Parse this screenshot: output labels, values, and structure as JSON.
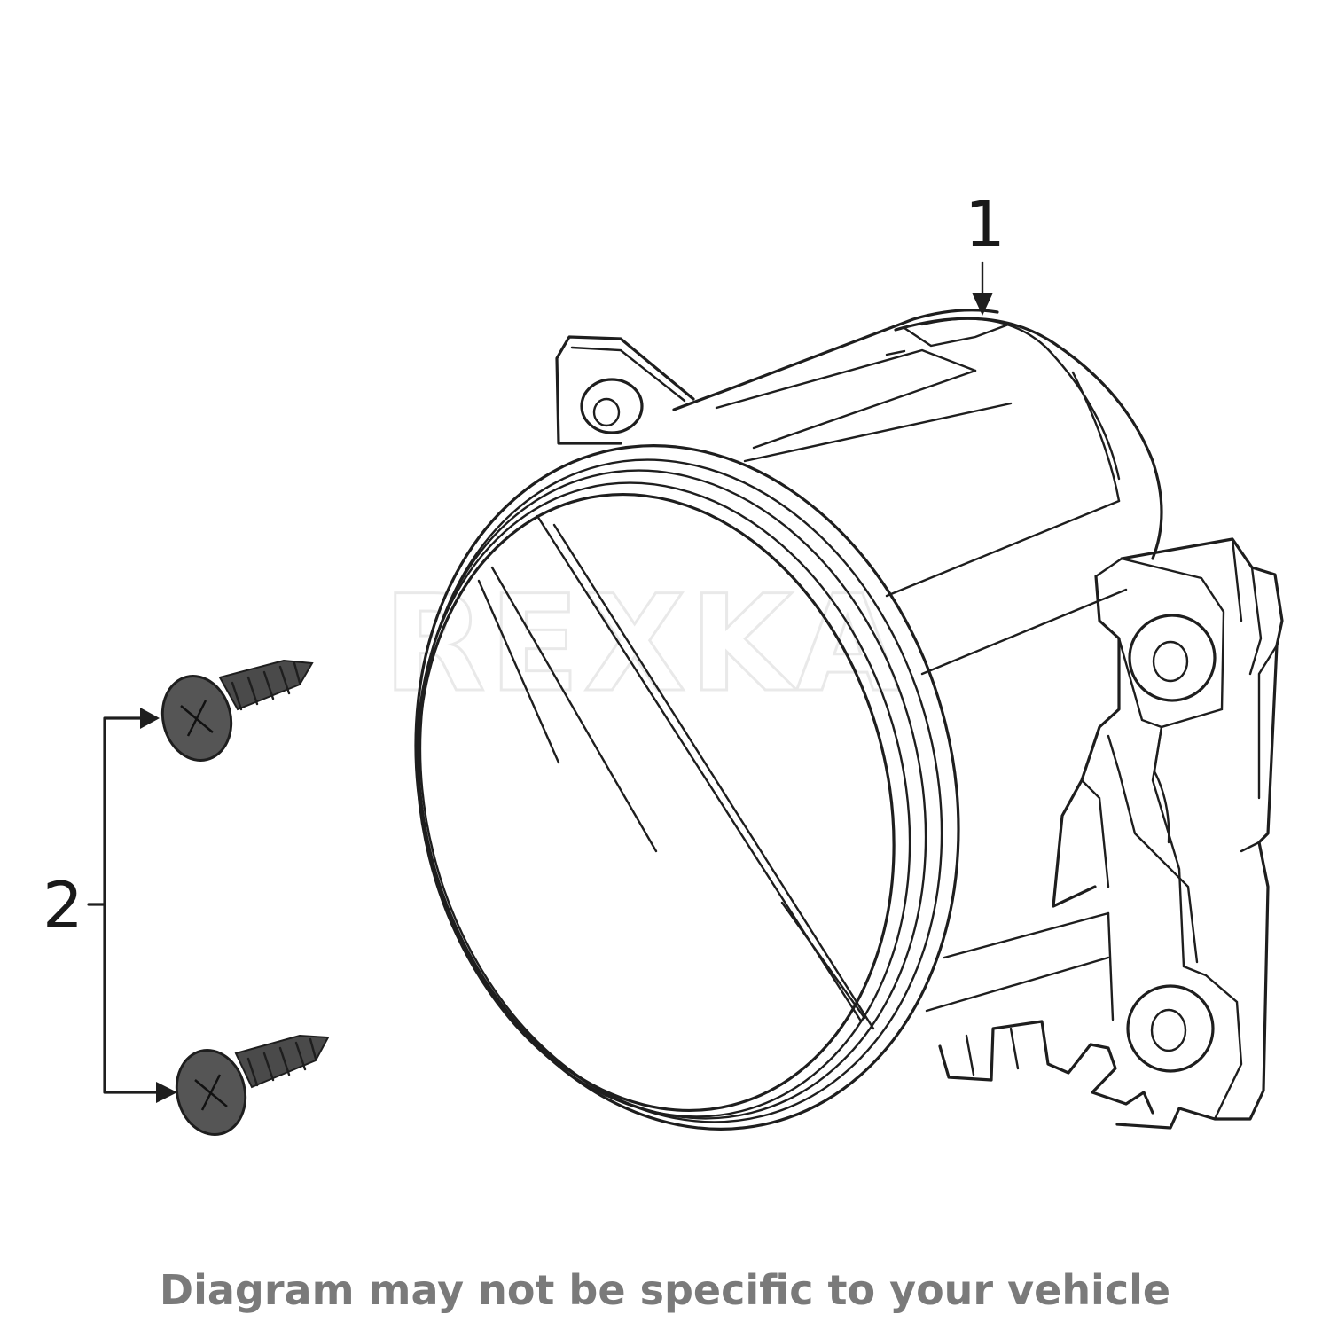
{
  "callouts": {
    "part_1": "1",
    "part_2": "2"
  },
  "watermark": "REXKA",
  "footer_text": "Diagram may not be specific to your vehicle"
}
